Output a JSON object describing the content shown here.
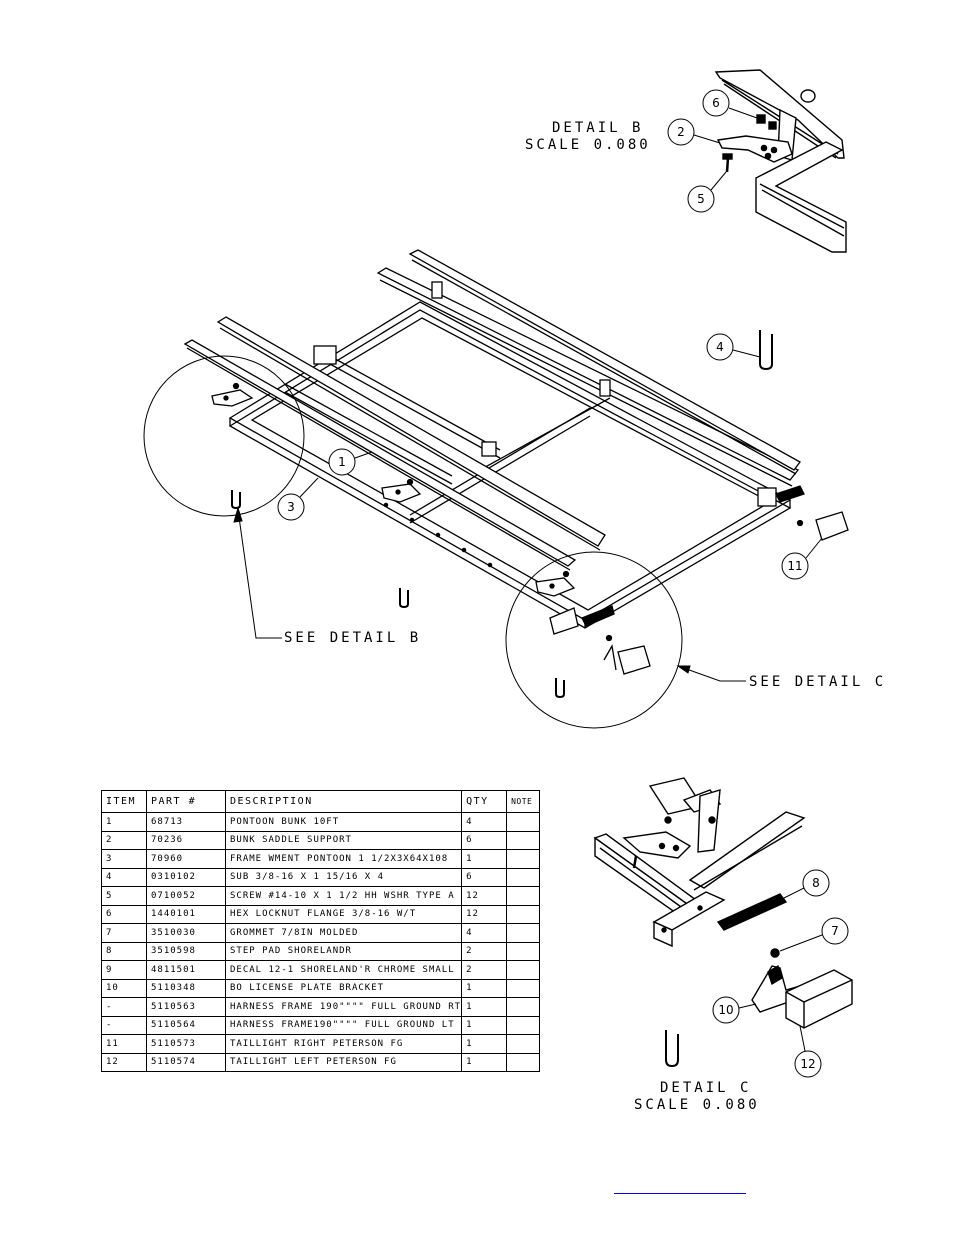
{
  "detail_b": {
    "title": "DETAIL  B",
    "scale": "SCALE  0.080"
  },
  "detail_c": {
    "title": "DETAIL  C",
    "scale": "SCALE  0.080"
  },
  "callouts": {
    "see_detail_b": "SEE DETAIL  B",
    "see_detail_c": "SEE DETAIL  C"
  },
  "balloons": {
    "b1": "1",
    "b2": "2",
    "b3": "3",
    "b4": "4",
    "b5": "5",
    "b6": "6",
    "b7": "7",
    "b8": "8",
    "b10": "10",
    "b11": "11",
    "b12": "12"
  },
  "bom": {
    "headers": [
      "ITEM",
      "PART #",
      "DESCRIPTION",
      "QTY",
      "NOTE"
    ],
    "rows": [
      [
        "1",
        "68713",
        "PONTOON BUNK  10FT",
        "4",
        ""
      ],
      [
        "2",
        "70236",
        "BUNK SADDLE SUPPORT",
        "6",
        ""
      ],
      [
        "3",
        "70960",
        "FRAME WMENT PONTOON 1 1/2X3X64X108",
        "1",
        ""
      ],
      [
        "4",
        "0310102",
        "SUB 3/8-16 X 1 15/16 X 4",
        "6",
        ""
      ],
      [
        "5",
        "0710052",
        "SCREW #14-10 X 1 1/2 HH WSHR TYPE A",
        "12",
        ""
      ],
      [
        "6",
        "1440101",
        "HEX LOCKNUT FLANGE 3/8-16 W/T",
        "12",
        ""
      ],
      [
        "7",
        "3510030",
        "GROMMET  7/8IN MOLDED",
        "4",
        ""
      ],
      [
        "8",
        "3510598",
        "STEP PAD SHORELANDR",
        "2",
        ""
      ],
      [
        "9",
        "4811501",
        "DECAL 12-1 SHORELAND'R CHROME SMALL",
        "2",
        ""
      ],
      [
        "10",
        "5110348",
        "BO LICENSE PLATE BRACKET",
        "1",
        ""
      ],
      [
        "-",
        "5110563",
        "HARNESS FRAME 190\"\"\"\" FULL GROUND RT",
        "1",
        ""
      ],
      [
        "-",
        "5110564",
        "HARNESS FRAME190\"\"\"\" FULL GROUND LT",
        "1",
        ""
      ],
      [
        "11",
        "5110573",
        "TAILLIGHT RIGHT PETERSON FG",
        "1",
        ""
      ],
      [
        "12",
        "5110574",
        "TAILLIGHT LEFT PETERSON FG",
        "1",
        ""
      ]
    ]
  }
}
